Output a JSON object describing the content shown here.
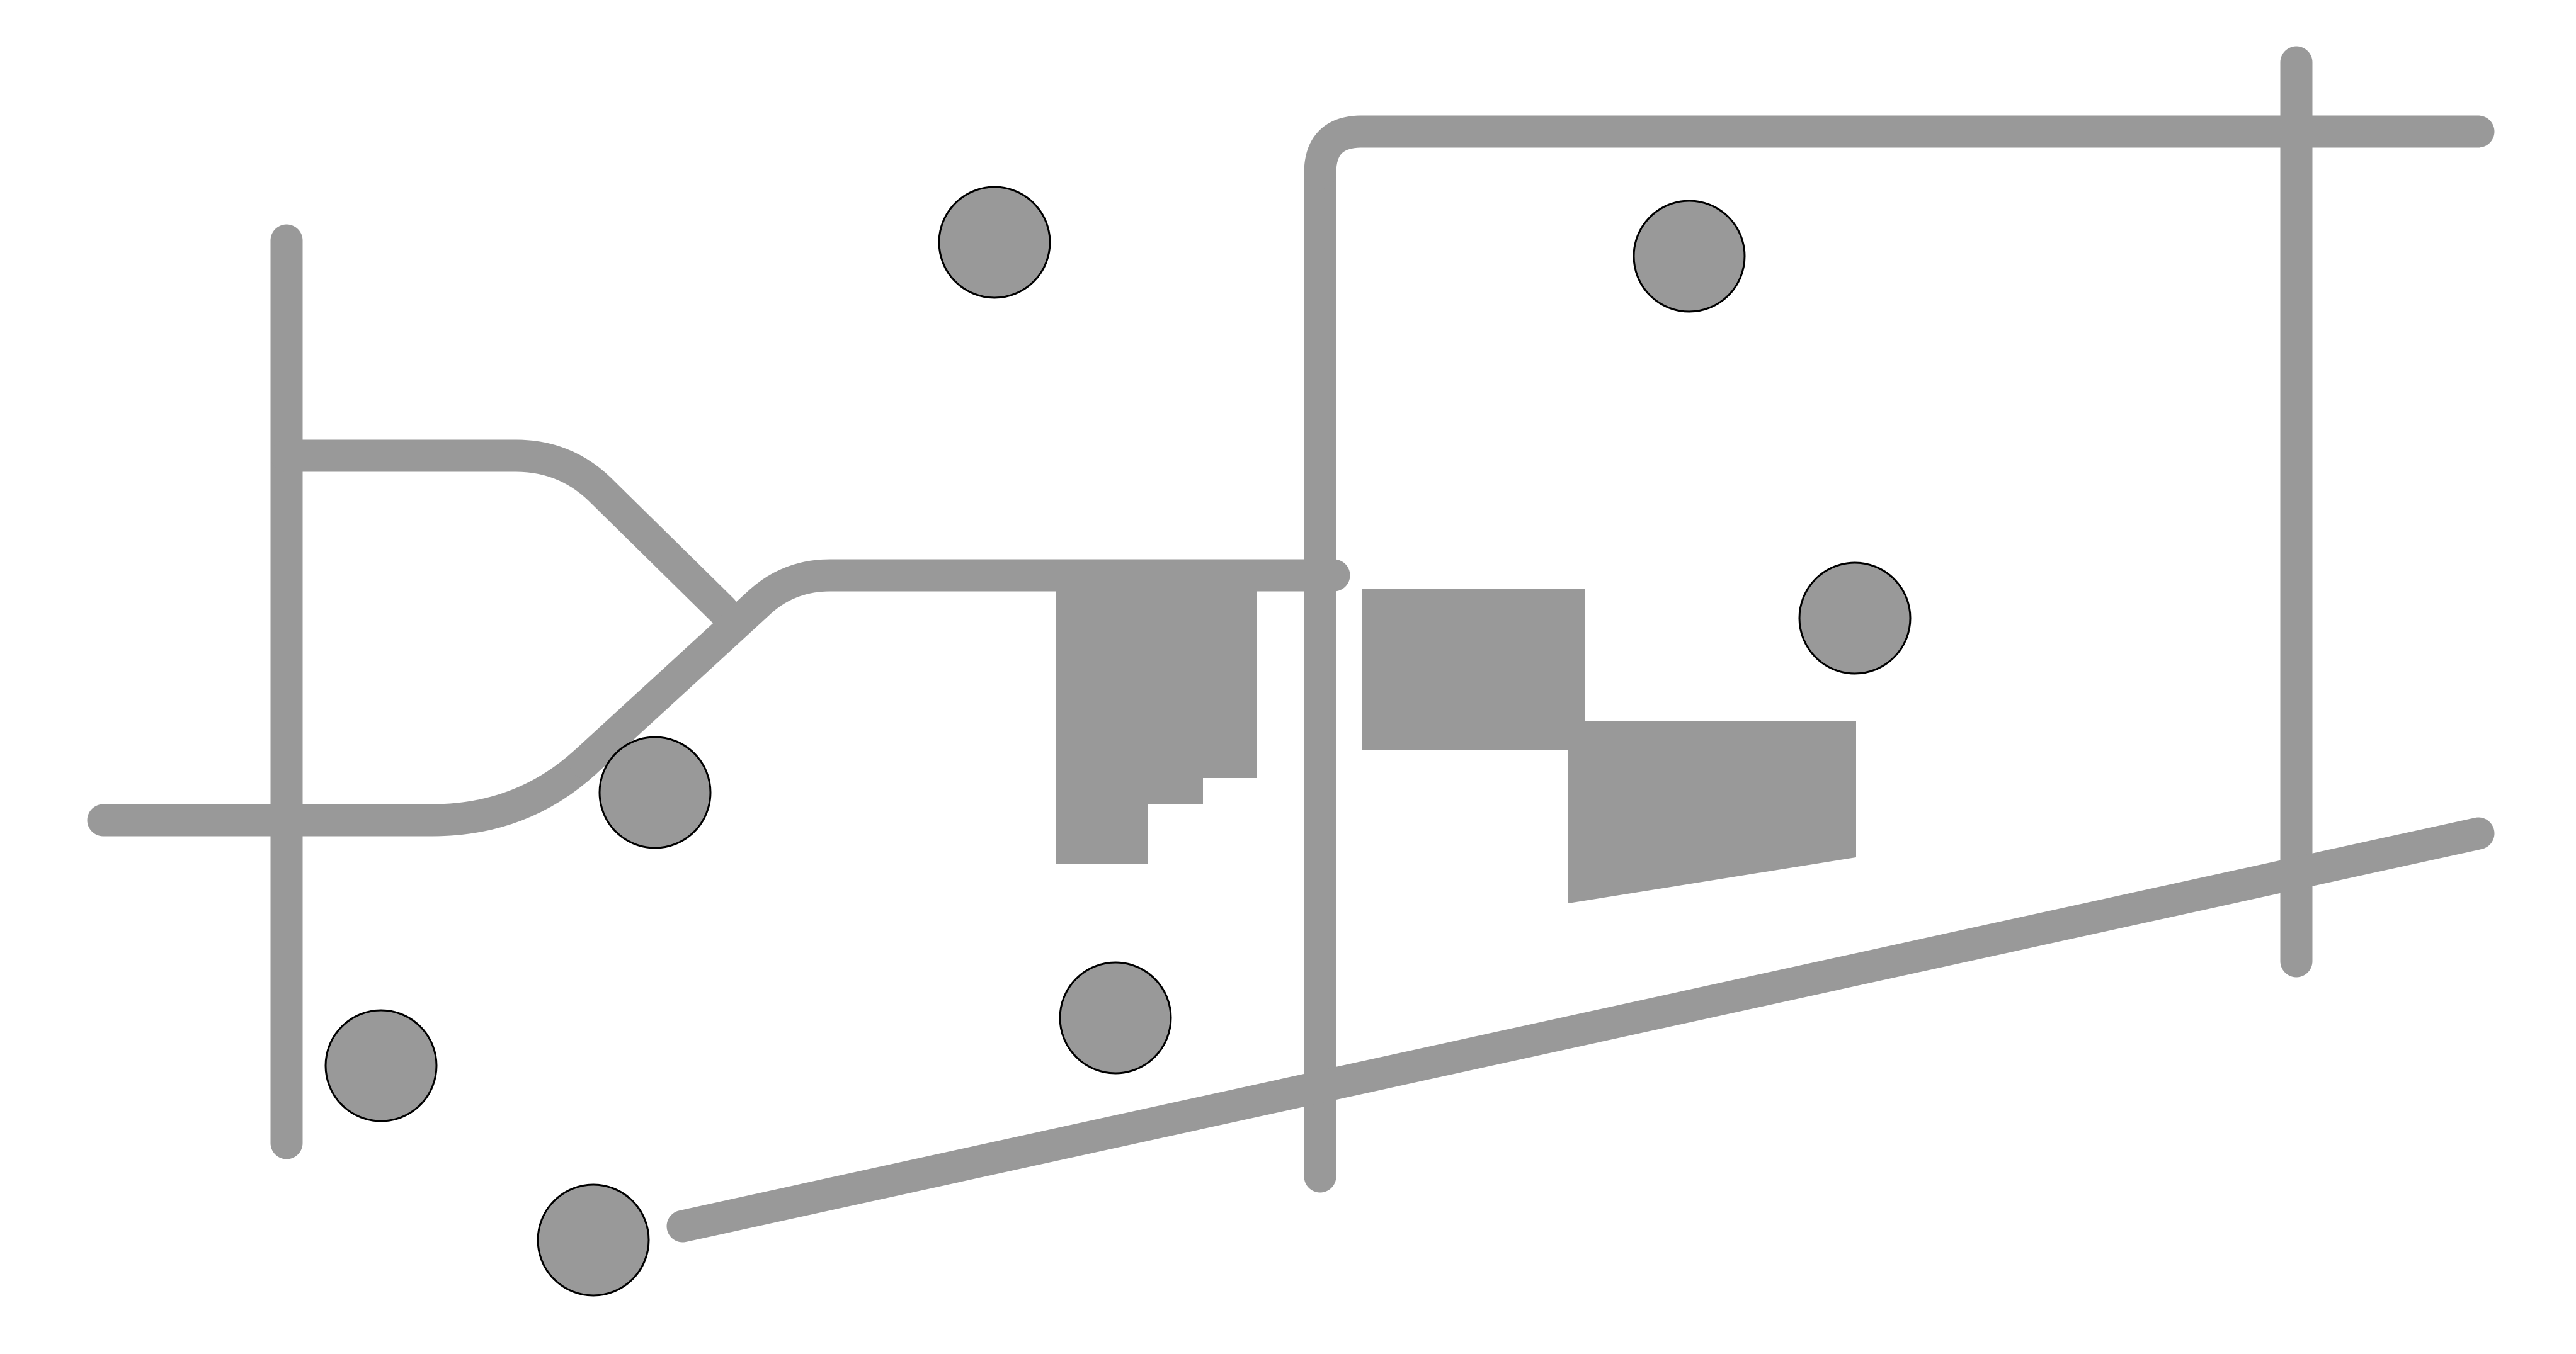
{
  "colors": {
    "background": "#ffffff",
    "road": "#999999",
    "building": "#999999",
    "tree_fill": "#999999",
    "tree_outline": "#000000"
  },
  "diagram": {
    "roads": [
      {
        "id": "road-west-vertical",
        "shape": "straight"
      },
      {
        "id": "road-west-horizontal",
        "shape": "straight"
      },
      {
        "id": "road-upper-branch",
        "shape": "curved"
      },
      {
        "id": "road-lower-branch",
        "shape": "curved"
      },
      {
        "id": "road-central-vertical",
        "shape": "straight"
      },
      {
        "id": "road-north-corner",
        "shape": "curved"
      },
      {
        "id": "road-east-vertical",
        "shape": "straight"
      },
      {
        "id": "road-southern-diagonal",
        "shape": "straight"
      }
    ],
    "buildings": [
      {
        "id": "building-1"
      },
      {
        "id": "building-2"
      }
    ],
    "trees": [
      {
        "id": "tree-1"
      },
      {
        "id": "tree-2"
      },
      {
        "id": "tree-3"
      },
      {
        "id": "tree-4"
      },
      {
        "id": "tree-5"
      },
      {
        "id": "tree-6"
      },
      {
        "id": "tree-7"
      },
      {
        "id": "tree-8"
      }
    ]
  }
}
